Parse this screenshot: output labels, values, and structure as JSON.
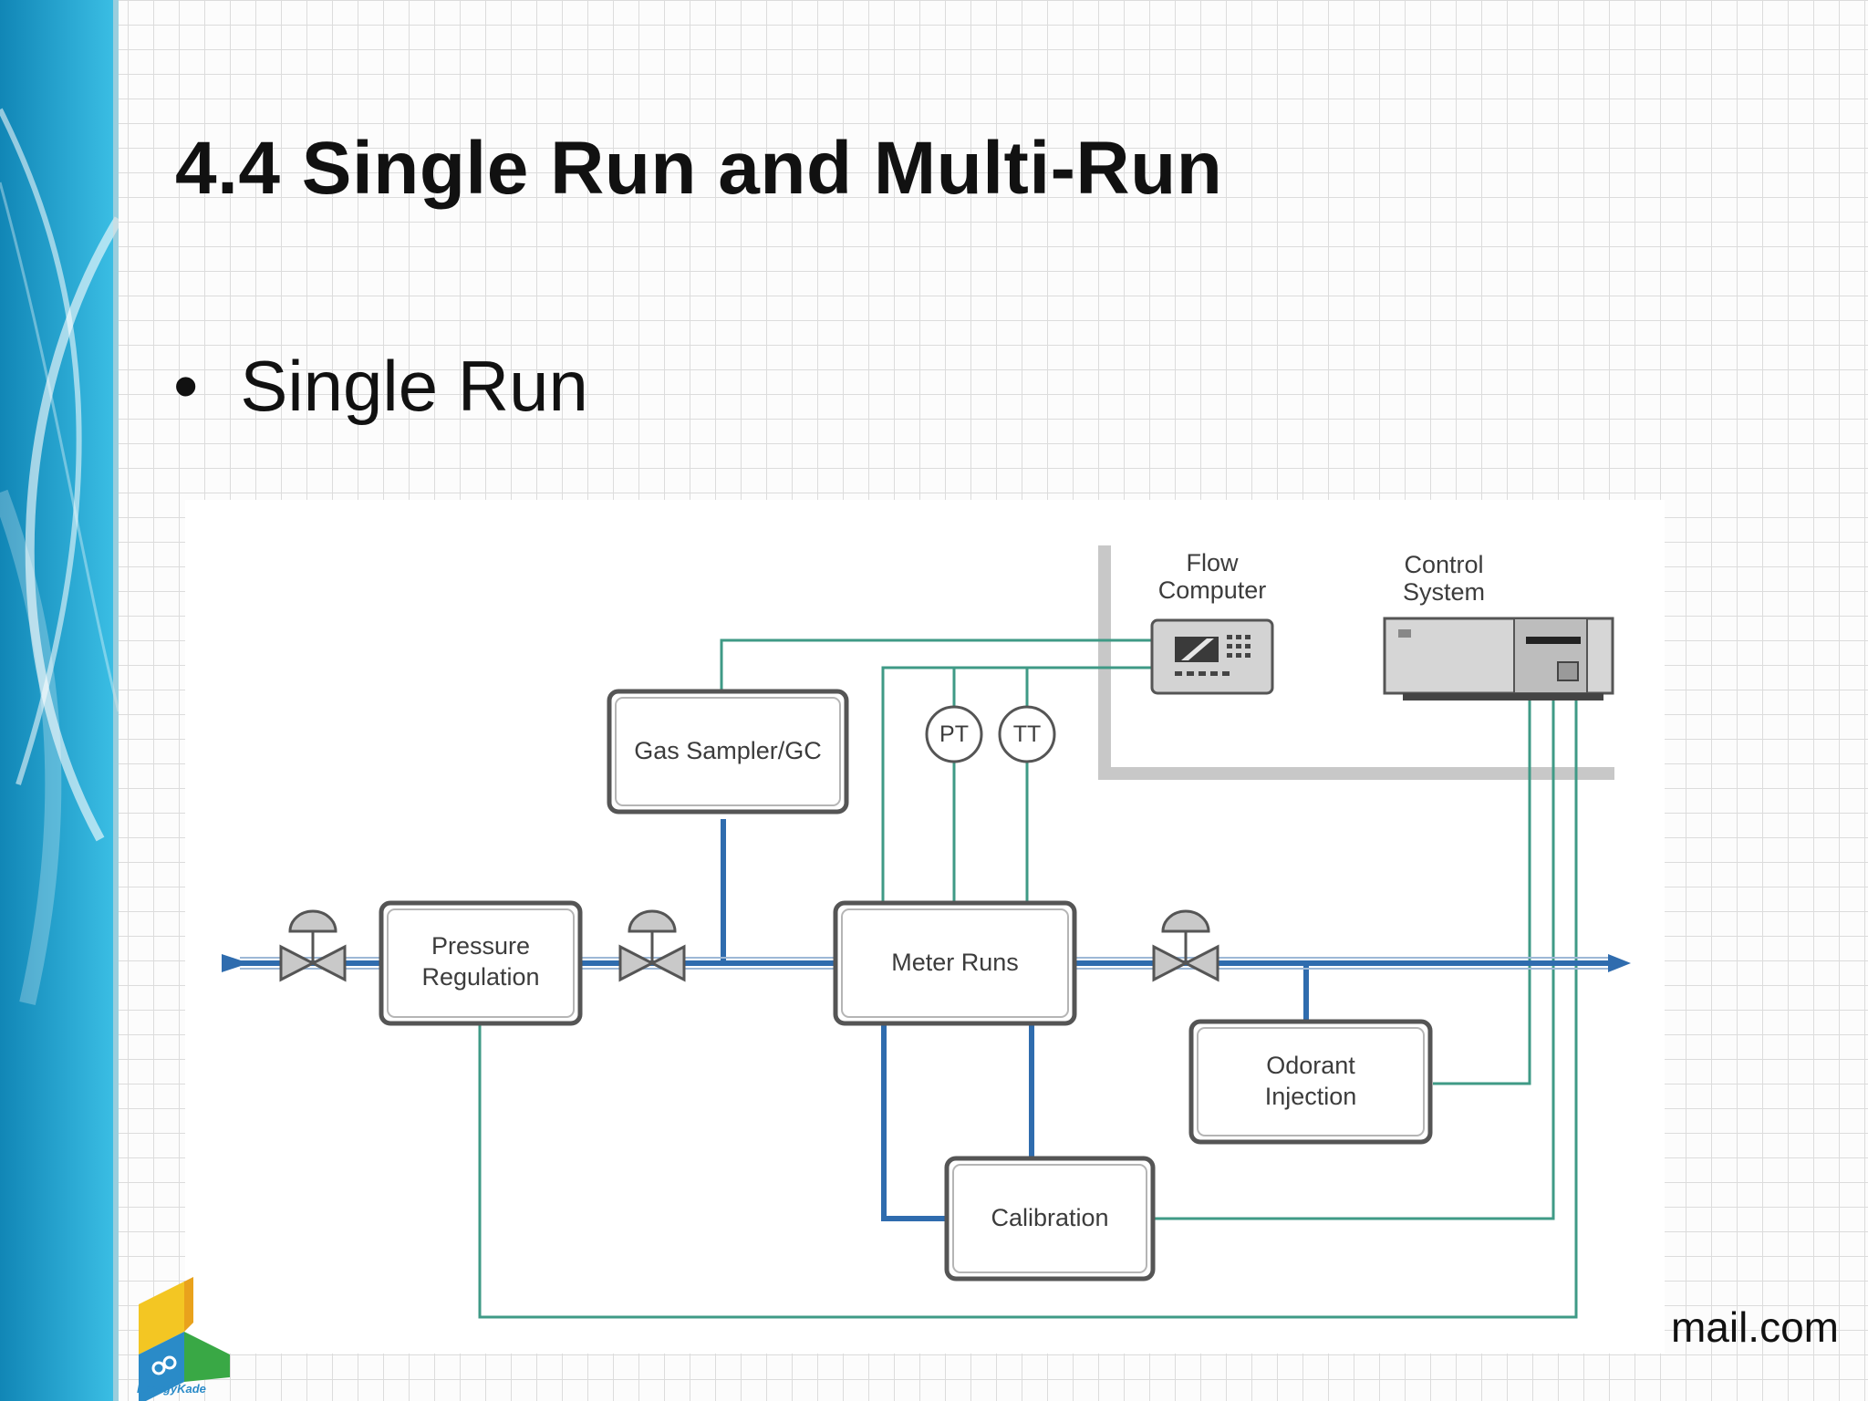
{
  "slide": {
    "title": "4.4 Single Run and Multi-Run",
    "bullet": "Single Run",
    "bullet_marker": "•",
    "footer_email": "mail.com",
    "logo_text": "EnergyKade"
  },
  "diagram": {
    "boxes": {
      "gas_sampler": "Gas Sampler/GC",
      "pressure_regulation_line1": "Pressure",
      "pressure_regulation_line2": "Regulation",
      "meter_runs": "Meter Runs",
      "odorant_injection_line1": "Odorant",
      "odorant_injection_line2": "Injection",
      "calibration": "Calibration"
    },
    "instruments": {
      "pt": "PT",
      "tt": "TT"
    },
    "devices": {
      "flow_computer_line1": "Flow",
      "flow_computer_line2": "Computer",
      "control_system_line1": "Control",
      "control_system_line2": "System"
    }
  },
  "colors": {
    "band_blue": "#1ea3cf",
    "pipe_blue": "#2f6cae",
    "signal_green": "#3f9a86",
    "box_border": "#555555",
    "frame_gray": "#c8c8c8"
  }
}
